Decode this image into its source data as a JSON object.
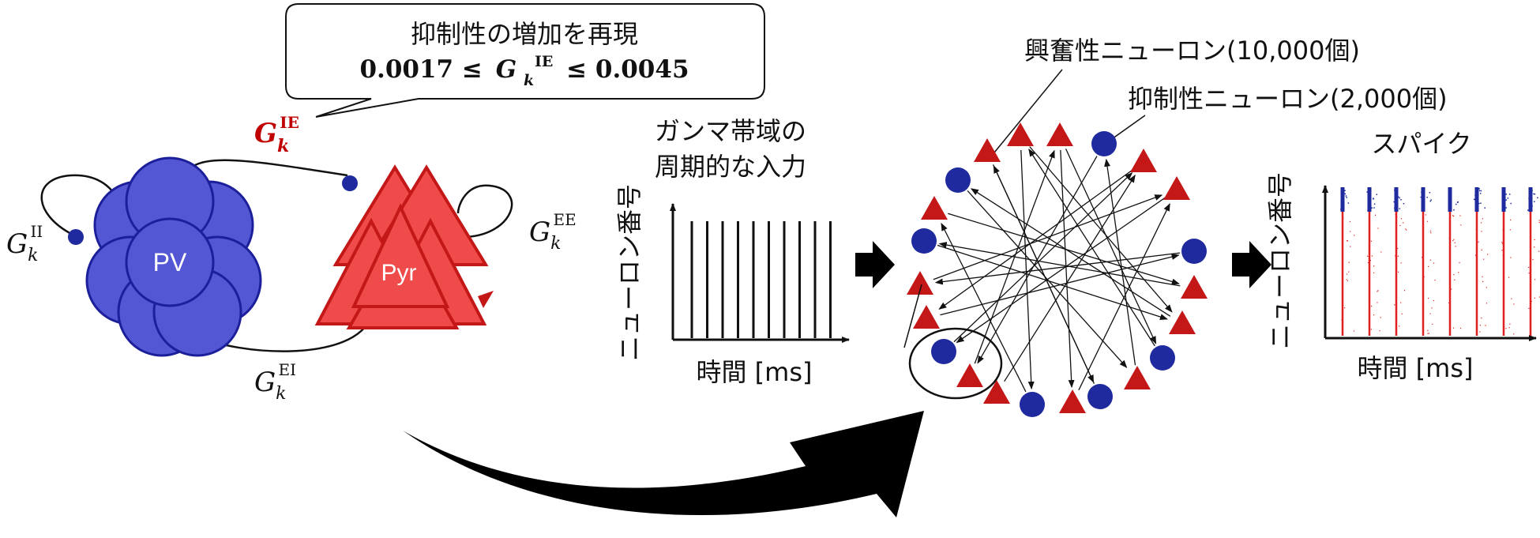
{
  "callout": {
    "line1": "抑制性の増加を再現",
    "range_low": "0.0017 ≤",
    "range_sym": "G",
    "range_sub": "k",
    "range_sup": "IE",
    "range_high": "≤ 0.0045"
  },
  "circuit": {
    "pv_label": "PV",
    "pyr_label": "Pyr",
    "g_ie": {
      "base": "G",
      "sub": "k",
      "sup": "IE"
    },
    "g_ii": {
      "base": "G",
      "sub": "k",
      "sup": "II"
    },
    "g_ee": {
      "base": "G",
      "sub": "k",
      "sup": "EE"
    },
    "g_ei": {
      "base": "G",
      "sub": "k",
      "sup": "EI"
    }
  },
  "input": {
    "title_line1": "ガンマ帯域の",
    "title_line2": "周期的な入力",
    "ylabel": "ニューロン番号",
    "xlabel": "時間 [ms]"
  },
  "network": {
    "excitatory_label": "興奮性ニューロン(10,000個)",
    "inhibitory_label": "抑制性ニューロン(2,000個)"
  },
  "output": {
    "title": "スパイク",
    "ylabel": "ニューロン番号",
    "xlabel": "時間 [ms]"
  },
  "colors": {
    "pv": "#4f52cf",
    "pv_dark": "#1c1f9a",
    "pyr": "#ef4b4b",
    "pyr_dark": "#c41717",
    "red_text": "#c00000",
    "blue_dot": "#1e2a9e"
  }
}
